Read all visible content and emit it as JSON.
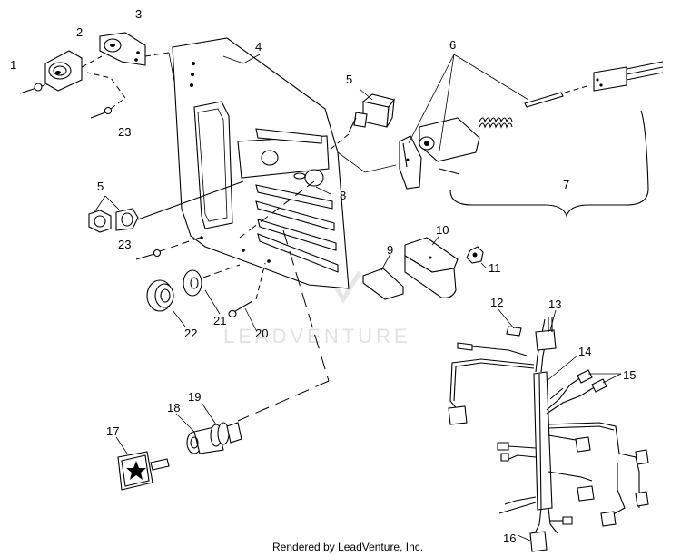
{
  "callouts": [
    "1",
    "2",
    "3",
    "4",
    "5",
    "5",
    "6",
    "7",
    "8",
    "9",
    "10",
    "11",
    "12",
    "13",
    "14",
    "15",
    "16",
    "17",
    "18",
    "19",
    "20",
    "21",
    "22",
    "23",
    "23"
  ],
  "watermark": "LEADVENTURE",
  "footer": "Rendered by LeadVenture, Inc."
}
